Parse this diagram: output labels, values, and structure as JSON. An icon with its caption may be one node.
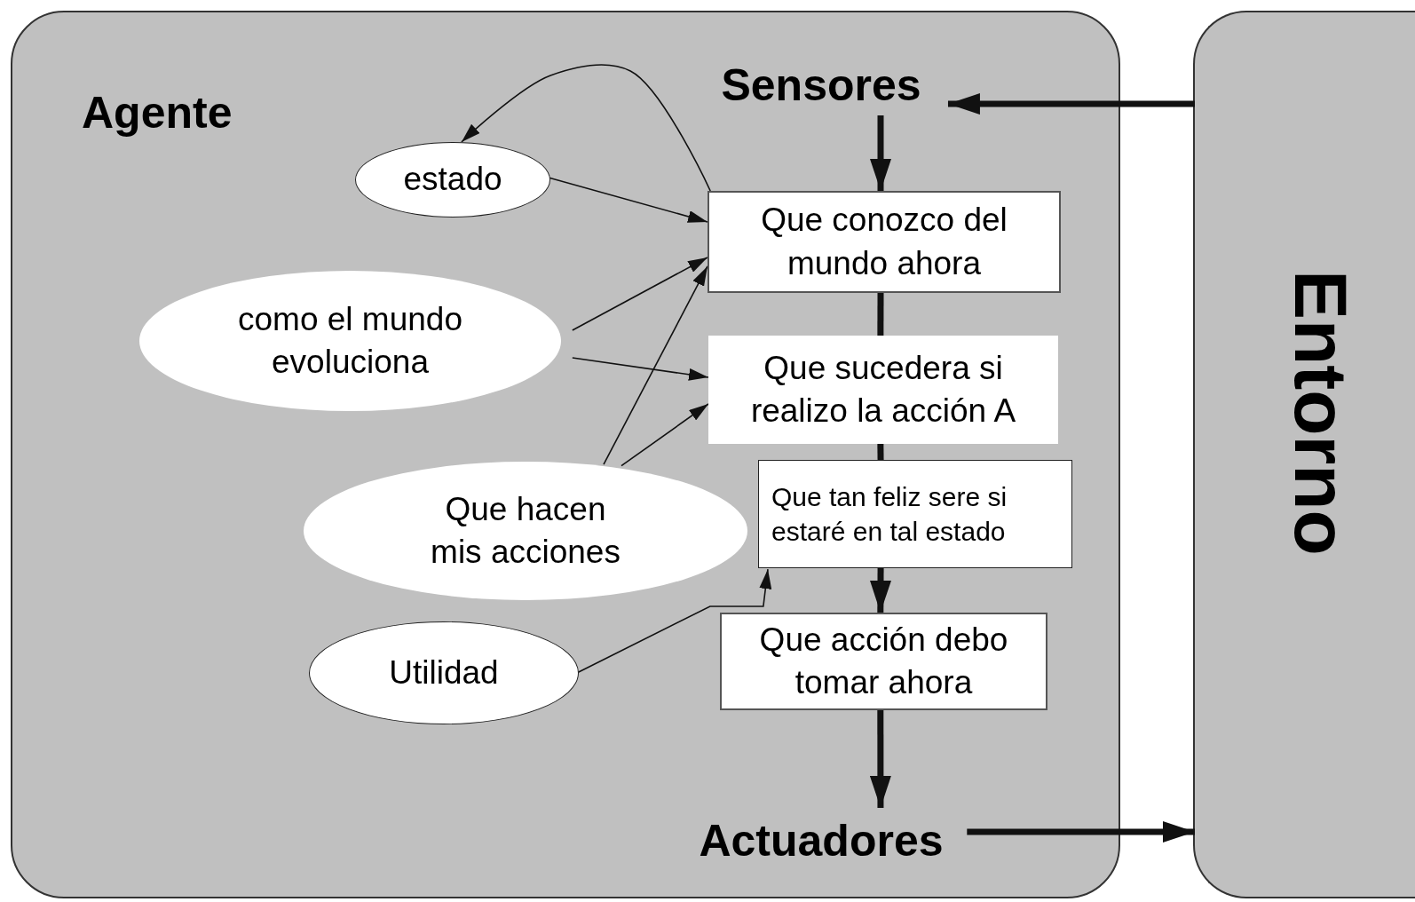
{
  "diagram": {
    "nodes": [
      {
        "text": [
          "Agente"
        ]
      },
      {
        "text": [
          "Entorno"
        ]
      },
      {
        "text": [
          "Sensores"
        ],
        "in": 0
      },
      {
        "text": [
          "estado"
        ],
        "in": 0
      },
      {
        "text": [
          "Que conozco del mundo ahora"
        ],
        "in": 0
      },
      {
        "text": [
          "como el mundo evoluciona"
        ],
        "in": 0
      },
      {
        "text": [
          "Que sucedera si realizo la acción A"
        ],
        "in": 0
      },
      {
        "text": [
          "Que hacen mis acciones"
        ],
        "in": 0
      },
      {
        "text": [
          "Que tan feliz sere si estaré en tal estado"
        ],
        "in": 0
      },
      {
        "text": [
          "Utilidad"
        ],
        "in": 0
      },
      {
        "text": [
          "Que acción debo tomar ahora"
        ],
        "in": 0
      },
      {
        "text": [
          "Actuadores"
        ],
        "in": 0
      }
    ],
    "edges": [
      {
        "from": 1,
        "to": 2,
        "arrow": "to",
        "style": "thick"
      },
      {
        "from": 2,
        "to": 4,
        "arrow": "to",
        "style": "thick"
      },
      {
        "from": 4,
        "to": 6,
        "arrow": "none",
        "style": "thick"
      },
      {
        "from": 6,
        "to": 8,
        "arrow": "none",
        "style": "thick"
      },
      {
        "from": 8,
        "to": 10,
        "arrow": "to",
        "style": "thick"
      },
      {
        "from": 10,
        "to": 11,
        "arrow": "to",
        "style": "thick"
      },
      {
        "from": 11,
        "to": 1,
        "arrow": "to",
        "style": "thick"
      },
      {
        "from": 3,
        "to": 4,
        "arrow": "to"
      },
      {
        "from": 5,
        "to": 4,
        "arrow": "to"
      },
      {
        "from": 5,
        "to": 6,
        "arrow": "to"
      },
      {
        "from": 7,
        "to": 4,
        "arrow": "to"
      },
      {
        "from": 7,
        "to": 6,
        "arrow": "to"
      },
      {
        "from": 9,
        "to": 8,
        "arrow": "to"
      },
      {
        "from": 4,
        "to": 3,
        "arrow": "to"
      }
    ]
  }
}
